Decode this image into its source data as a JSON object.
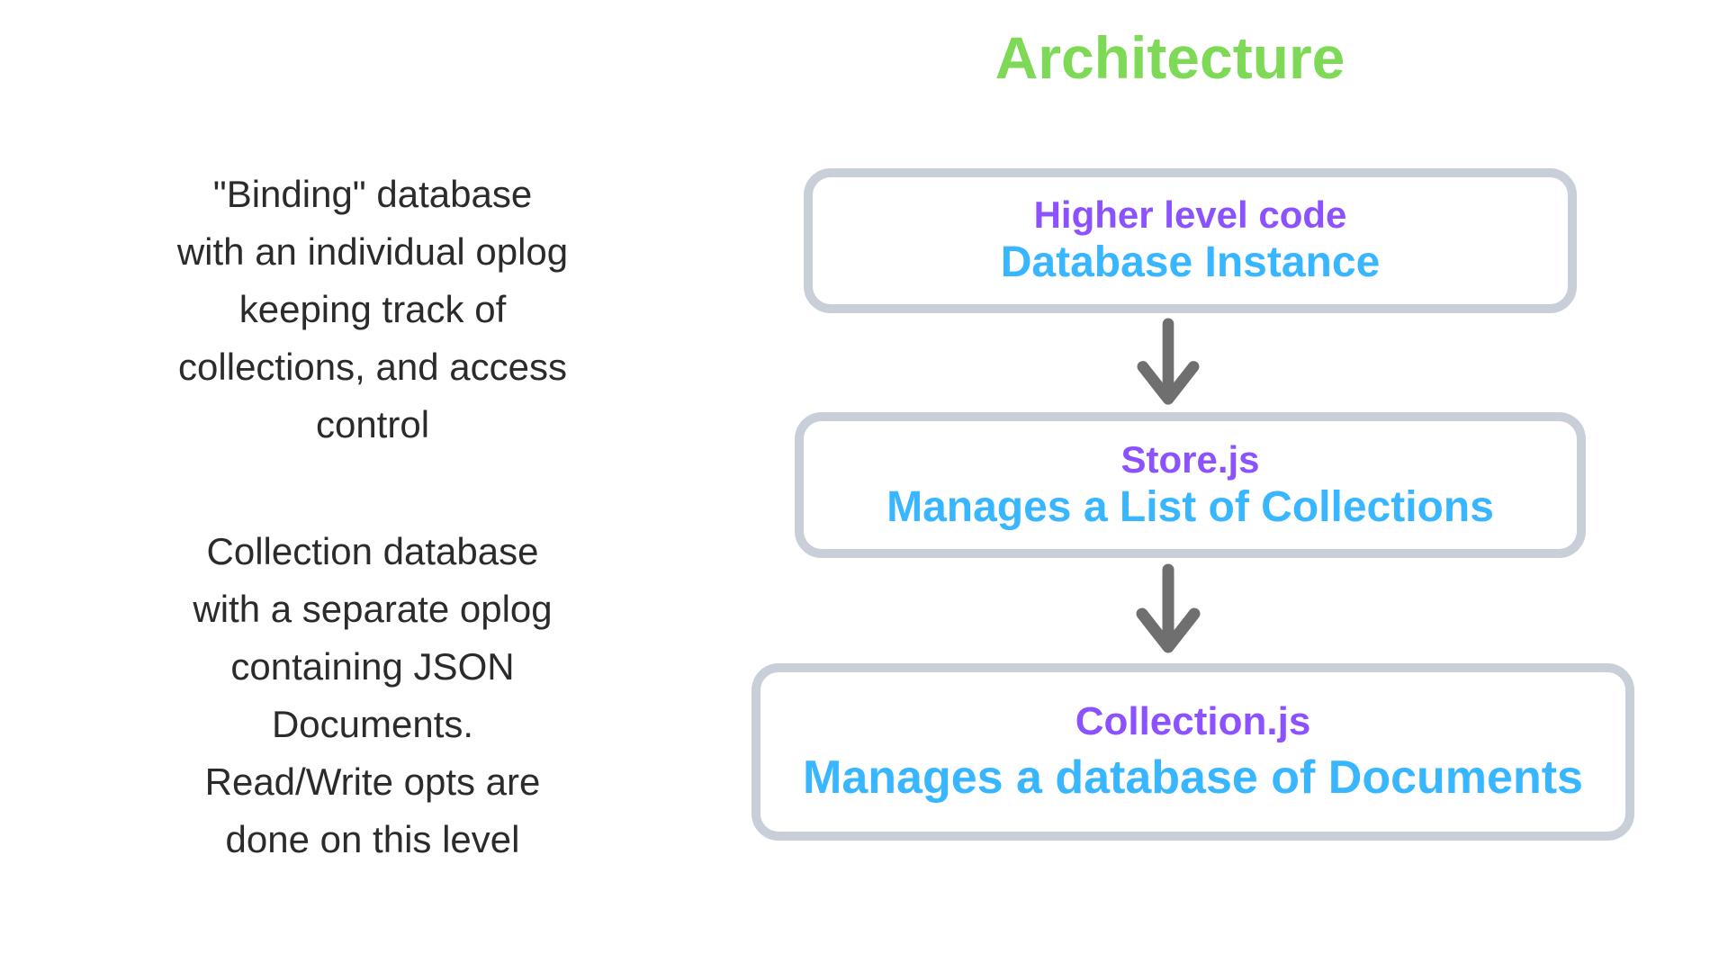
{
  "title": {
    "text": "Architecture",
    "color": "#7ED957"
  },
  "left_notes": {
    "note1_lines": {
      "0": "\"Binding\" database",
      "1": "with an individual oplog",
      "2": "keeping track of",
      "3": "collections, and access",
      "4": "control"
    },
    "note2_lines": {
      "0": "Collection database",
      "1": "with a separate oplog",
      "2": "containing JSON",
      "3": "Documents.",
      "4": "Read/Write opts are",
      "5": "done on this level"
    }
  },
  "diagram": {
    "boxes": [
      {
        "subtitle": "Higher level code",
        "title": "Database Instance"
      },
      {
        "subtitle": "Store.js",
        "title": "Manages a List of Collections"
      },
      {
        "subtitle": "Collection.js",
        "title": "Manages a database of Documents"
      }
    ],
    "icons": {
      "connector": "down-arrow-icon"
    },
    "colors": {
      "subtitle_purple": "#8C52FF",
      "title_blue": "#38B6FF",
      "border_gray": "#C9CFD8",
      "arrow_gray": "#6F6F6F",
      "note_text": "#2B2B2B",
      "heading_green": "#7ED957"
    }
  }
}
